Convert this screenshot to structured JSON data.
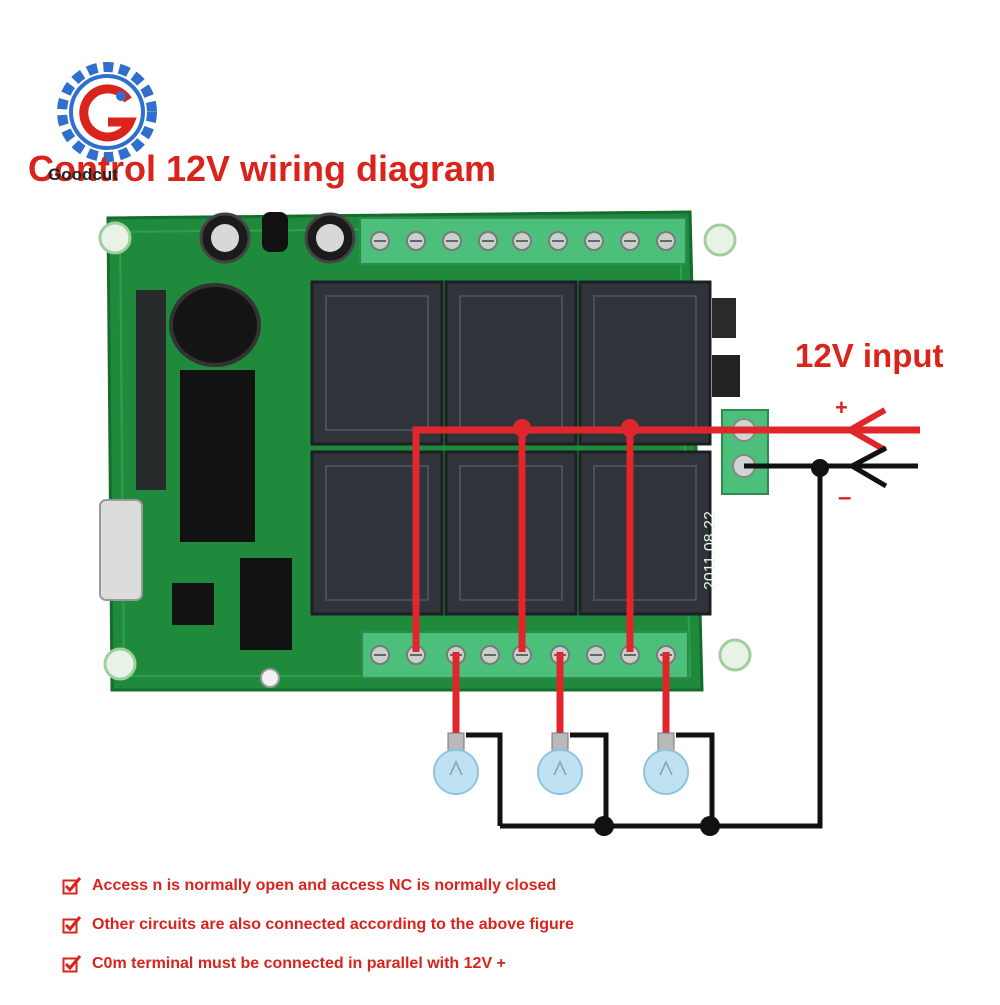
{
  "diagram": {
    "title": "Control 12V wiring diagram",
    "brand": "Goodcut",
    "input_label": "12V input",
    "plus_sign": "+",
    "minus_sign": "–",
    "board_date": "2011.08.22",
    "relay_count": 6,
    "lamp_count": 3
  },
  "colors": {
    "wire_positive": "#e0262b",
    "wire_negative": "#111111",
    "pcb": "#1f8a3c",
    "relay": "#30343a",
    "terminal": "#4cc07a",
    "title": "#d9231b"
  },
  "notes": [
    "Access n is normally open and access NC is normally closed",
    "Other circuits are also connected according to the above figure",
    "C0m terminal must be connected in parallel with 12V +"
  ]
}
